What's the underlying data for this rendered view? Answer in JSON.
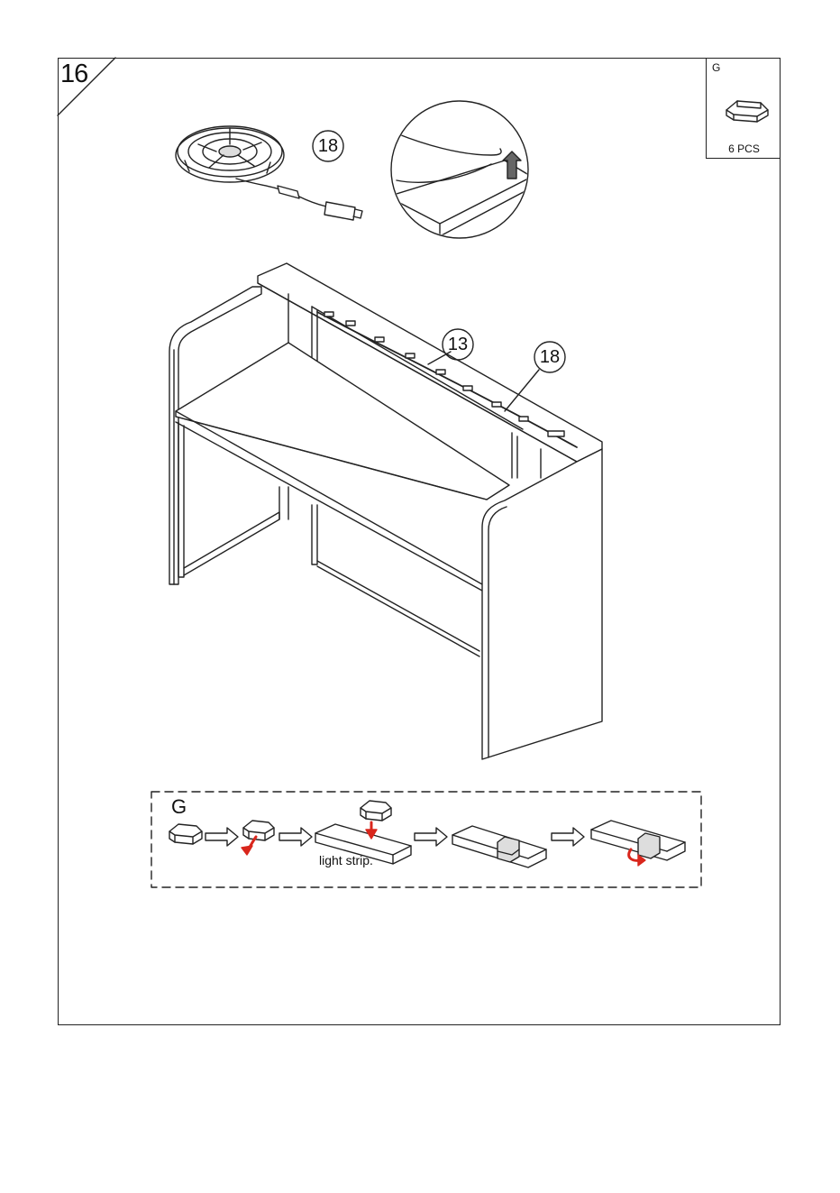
{
  "step": {
    "number": "16"
  },
  "parts": {
    "letter": "G",
    "quantity": "6 PCS"
  },
  "callouts": {
    "part_18_top": "18",
    "part_13": "13",
    "part_18_desk": "18"
  },
  "instruction": {
    "letter": "G",
    "strip_label": "light strip."
  },
  "colors": {
    "line": "#222222",
    "arrow_red": "#d9261c",
    "fill_grey": "#d9d9d9"
  }
}
